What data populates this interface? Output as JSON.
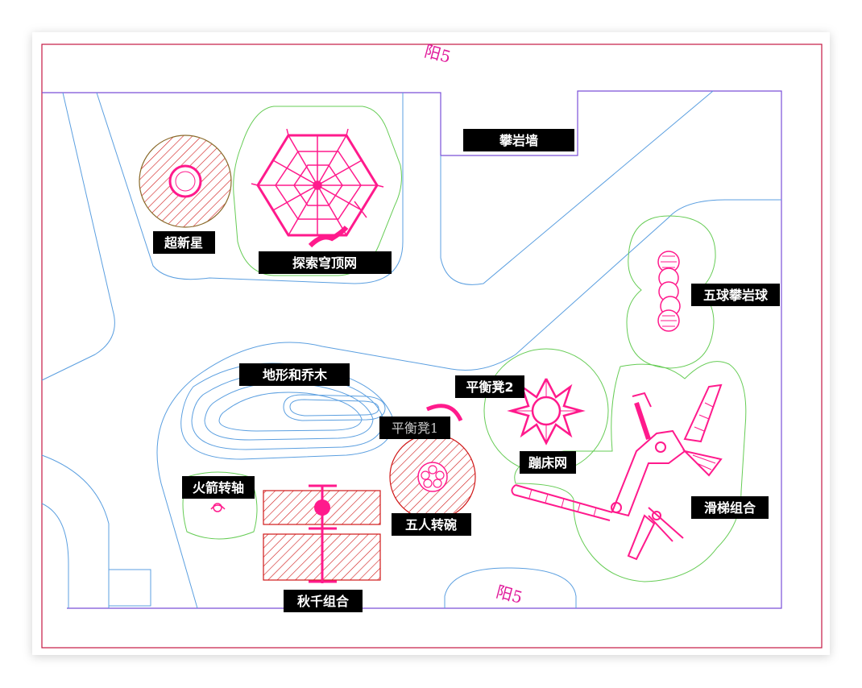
{
  "plan": {
    "labels": {
      "climbing_wall": "攀岩墙",
      "supernova": "超新星",
      "dome_net": "探索穹顶网",
      "five_ball": "五球攀岩球",
      "terrain_trees": "地形和乔木",
      "balance_bench_2": "平衡凳2",
      "balance_bench_1": "平衡凳1",
      "trampoline_net": "蹦床网",
      "rocket_spinner": "火箭转轴",
      "five_person_bowl": "五人转碗",
      "slide_combo": "滑梯组合",
      "swing_combo": "秋千组合"
    },
    "notes": {
      "top": "阳5",
      "bottom": "阳5"
    }
  },
  "colors": {
    "paper": "#ffffff",
    "outer_frame": "#c41843",
    "site_boundary": "#7a4fd8",
    "path_line": "#5b9fe0",
    "green_zone": "#66cc55",
    "equipment": "#ff1a8c",
    "hatch_red": "#d01818",
    "label_bg": "#000000"
  }
}
